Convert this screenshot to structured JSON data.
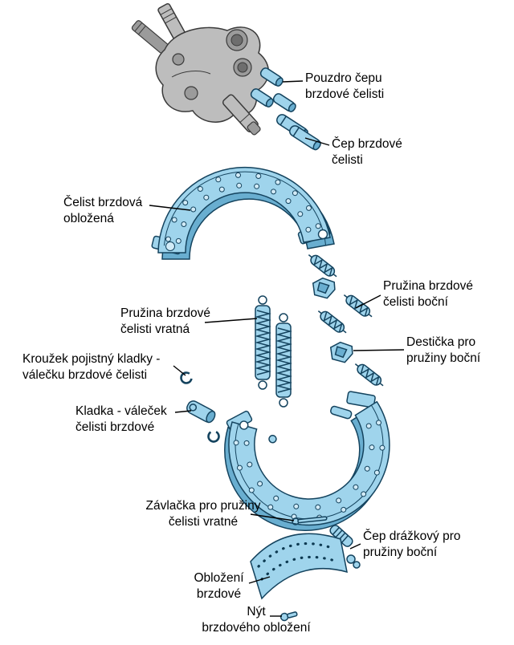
{
  "page": {
    "background": "#ffffff"
  },
  "colors": {
    "part_fill": "#9fd4ec",
    "part_shade": "#69aed0",
    "part_outline": "#14435e",
    "metal_fill": "#bdbdbd",
    "metal_shade": "#8f8f8f",
    "leader_line": "#000000",
    "label_text": "#000000"
  },
  "labels": {
    "pouzdro": {
      "text": "Pouzdro čepu\nbrzdové čelisti"
    },
    "cep": {
      "text": "Čep brzdové\nčelisti"
    },
    "celist": {
      "text": "Čelist brzdová\nobložená"
    },
    "pruzina_bocni": {
      "text": "Pružina brzdové\nčelisti boční"
    },
    "pruzina_vratna": {
      "text": "Pružina brzdové\nčelisti vratná"
    },
    "desticka": {
      "text": "Destička pro\npružiny boční"
    },
    "krouzek": {
      "text": "Kroužek pojistný kladky -\nválečku brzdové čelisti"
    },
    "kladka": {
      "text": "Kladka - váleček\nčelisti brzdové"
    },
    "zavlacka": {
      "text": "Závlačka pro pružiny\nčelisti vratné"
    },
    "cep_drazkovy": {
      "text": "Čep drážkový pro\npružiny boční"
    },
    "oblozeni": {
      "text": "Obložení\nbrzdové"
    },
    "nyt": {
      "text": "Nýt\nbrzdového obložení"
    }
  }
}
